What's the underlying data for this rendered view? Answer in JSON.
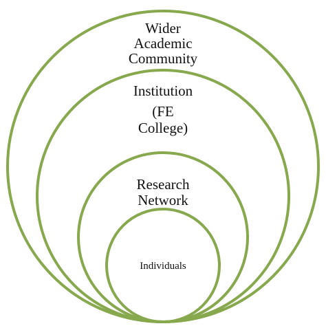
{
  "diagram": {
    "ring_color": "#88a84e",
    "levels": [
      {
        "name": "wider-academic-community",
        "lines": [
          "Wider",
          "Academic",
          "Community"
        ]
      },
      {
        "name": "institution",
        "lines": [
          "Institution",
          "(FE",
          "College)"
        ]
      },
      {
        "name": "research-network",
        "lines": [
          "Research",
          "Network"
        ]
      },
      {
        "name": "individuals",
        "lines": [
          "Individuals"
        ]
      }
    ]
  }
}
